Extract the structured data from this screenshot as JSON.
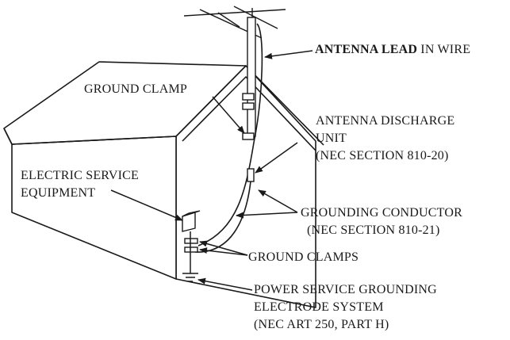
{
  "labels": {
    "antenna_lead_bold": "ANTENNA LEAD",
    "antenna_lead_rest": " IN WIRE",
    "ground_clamp": "GROUND  CLAMP",
    "discharge_line1": "ANTENNA DISCHARGE",
    "discharge_line2": "UNIT",
    "discharge_line3": "(NEC SECTION 810-20)",
    "electric_line1": "ELECTRIC SERVICE",
    "electric_line2": "EQUIPMENT",
    "grounding_line1": "GROUNDING CONDUCTOR",
    "grounding_line2": "(NEC SECTION 810-21)",
    "ground_clamps": "GROUND CLAMPS",
    "power_line1": "POWER SERVICE GROUNDING",
    "power_line2": "ELECTRODE SYSTEM",
    "power_line3": "(NEC ART 250, PART H)"
  },
  "colors": {
    "ink": "#1a1a1a",
    "wall_face": "#ffffff",
    "roof_fill": "#ffffff"
  }
}
